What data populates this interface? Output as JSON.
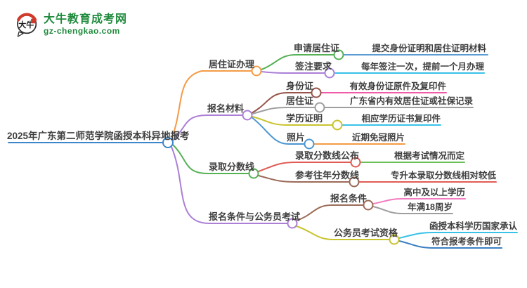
{
  "brand": {
    "logo_icon": "daniu-speech-bubble-logo",
    "logo_text": "大牛",
    "title": "大牛教育成考网",
    "domain": "gz-chengkao.com",
    "brand_color": "#1f8a3d",
    "logo_red": "#cf3a2b"
  },
  "mindmap": {
    "root": {
      "label": "2025年广东第二师范学院函授本科异地报考",
      "color": "#3e86c9"
    },
    "branches": [
      {
        "label": "居住证办理",
        "color": "#f59b45",
        "children": [
          {
            "label": "申请居住证",
            "color": "#55b155",
            "leaves": [
              {
                "label": "提交身份证明和居住证明材料",
                "color": "#5b9bd5"
              }
            ]
          },
          {
            "label": "签注要求",
            "color": "#ab7fd6",
            "leaves": [
              {
                "label": "每年签注一次，提前一个月办理",
                "color": "#38c2e8"
              }
            ]
          }
        ]
      },
      {
        "label": "报名材料",
        "color": "#ab7fd6",
        "children": [
          {
            "label": "身份证",
            "color": "#96544a",
            "leaves": [
              {
                "label": "有效身份证原件及复印件",
                "color": "#ef5ba9"
              }
            ]
          },
          {
            "label": "居住证",
            "color": "#9e9e9e",
            "leaves": [
              {
                "label": "广东省内有效居住证或社保记录",
                "color": "#9e9e9e"
              }
            ]
          },
          {
            "label": "学历证明",
            "color": "#c9c32e",
            "leaves": [
              {
                "label": "相应学历证书复印件",
                "color": "#38c2e8"
              }
            ]
          },
          {
            "label": "照片",
            "color": "#4b96d1",
            "leaves": [
              {
                "label": "近期免冠照片",
                "color": "#f59b45"
              }
            ]
          }
        ]
      },
      {
        "label": "录取分数线",
        "color": "#55b155",
        "children": [
          {
            "label": "录取分数线公布",
            "color": "#e05b55",
            "leaves": [
              {
                "label": "根据考试情况而定",
                "color": "#6cbf5a"
              }
            ]
          },
          {
            "label": "参考往年分数线",
            "color": "#9b6a58",
            "leaves": [
              {
                "label": "专升本录取分数线相对较低",
                "color": "#e05b55"
              }
            ]
          }
        ]
      },
      {
        "label": "报名条件与公务员考试",
        "color": "#ab7fd6",
        "children": [
          {
            "label": "报名条件",
            "color": "#9b6a58",
            "leaves": [
              {
                "label": "高中及以上学历",
                "color": "#f27cc0"
              },
              {
                "label": "年满18周岁",
                "color": "#9e9e9e"
              }
            ]
          },
          {
            "label": "公务员考试资格",
            "color": "#c9c32e",
            "leaves": [
              {
                "label": "函授本科学历国家承认",
                "color": "#38c2e8"
              },
              {
                "label": "符合报考条件即可",
                "color": "#3a7fc1"
              }
            ]
          }
        ]
      }
    ]
  }
}
